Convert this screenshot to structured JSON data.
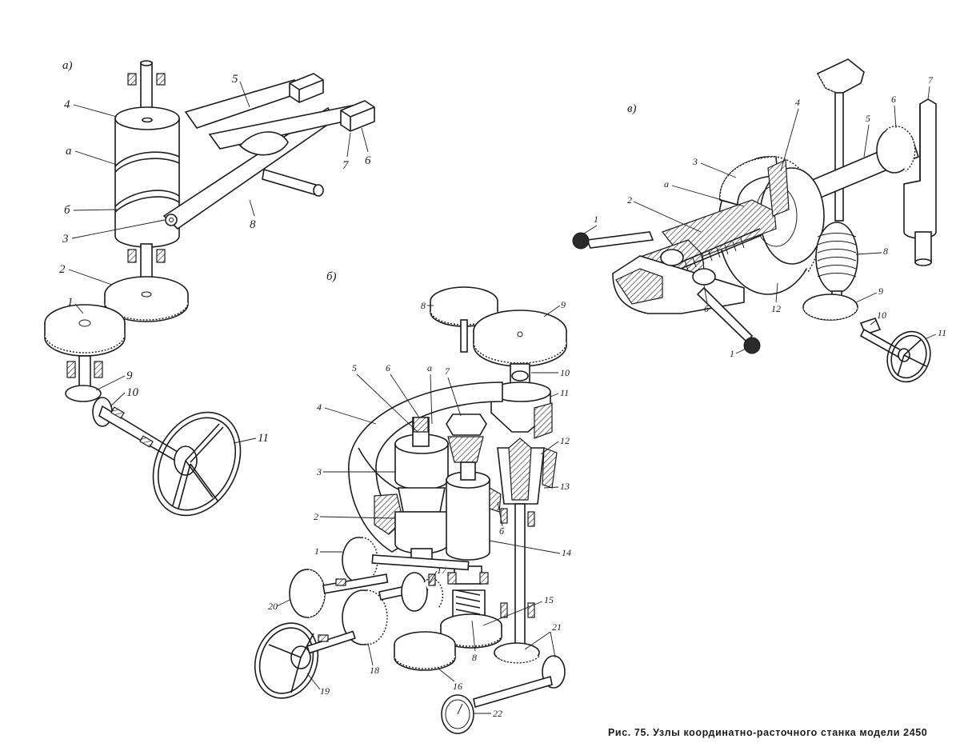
{
  "figure": {
    "caption": "Рис. 75. Узлы координатно-расточного станка модели 2450"
  },
  "panels": {
    "a": {
      "label": "а)",
      "parts": [
        {
          "key": "p4",
          "text": "4"
        },
        {
          "key": "pa",
          "text": "а"
        },
        {
          "key": "pb",
          "text": "б"
        },
        {
          "key": "p3",
          "text": "3"
        },
        {
          "key": "p5",
          "text": "5"
        },
        {
          "key": "p6",
          "text": "6"
        },
        {
          "key": "p7",
          "text": "7"
        },
        {
          "key": "p8",
          "text": "8"
        },
        {
          "key": "p2",
          "text": "2"
        },
        {
          "key": "p1",
          "text": "1"
        },
        {
          "key": "p9",
          "text": "9"
        },
        {
          "key": "p10",
          "text": "10"
        },
        {
          "key": "p11",
          "text": "11"
        }
      ]
    },
    "b": {
      "label": "б)",
      "parts": [
        {
          "key": "p8",
          "text": "8"
        },
        {
          "key": "p9",
          "text": "9"
        },
        {
          "key": "p10",
          "text": "10"
        },
        {
          "key": "p11",
          "text": "11"
        },
        {
          "key": "p5",
          "text": "5"
        },
        {
          "key": "p6",
          "text": "6"
        },
        {
          "key": "pa",
          "text": "а"
        },
        {
          "key": "p7",
          "text": "7"
        },
        {
          "key": "p4",
          "text": "4"
        },
        {
          "key": "p12",
          "text": "12"
        },
        {
          "key": "p3",
          "text": "3"
        },
        {
          "key": "p13",
          "text": "13"
        },
        {
          "key": "p2",
          "text": "2"
        },
        {
          "key": "pb",
          "text": "б"
        },
        {
          "key": "p14",
          "text": "14"
        },
        {
          "key": "p1",
          "text": "1"
        },
        {
          "key": "p17",
          "text": "17"
        },
        {
          "key": "p20",
          "text": "20"
        },
        {
          "key": "p15",
          "text": "15"
        },
        {
          "key": "p8b",
          "text": "8"
        },
        {
          "key": "p21",
          "text": "21"
        },
        {
          "key": "p18",
          "text": "18"
        },
        {
          "key": "p16",
          "text": "16"
        },
        {
          "key": "p19",
          "text": "19"
        },
        {
          "key": "p22",
          "text": "22"
        }
      ]
    },
    "v": {
      "label": "в)",
      "parts": [
        {
          "key": "p7",
          "text": "7"
        },
        {
          "key": "p4",
          "text": "4"
        },
        {
          "key": "p6",
          "text": "6"
        },
        {
          "key": "p5",
          "text": "5"
        },
        {
          "key": "p3",
          "text": "3"
        },
        {
          "key": "pa",
          "text": "а"
        },
        {
          "key": "p2",
          "text": "2"
        },
        {
          "key": "p1",
          "text": "1"
        },
        {
          "key": "p8",
          "text": "8"
        },
        {
          "key": "p12",
          "text": "12"
        },
        {
          "key": "p9",
          "text": "9"
        },
        {
          "key": "pb",
          "text": "б"
        },
        {
          "key": "p10",
          "text": "10"
        },
        {
          "key": "p11",
          "text": "11"
        },
        {
          "key": "p1b",
          "text": "1"
        }
      ]
    }
  }
}
